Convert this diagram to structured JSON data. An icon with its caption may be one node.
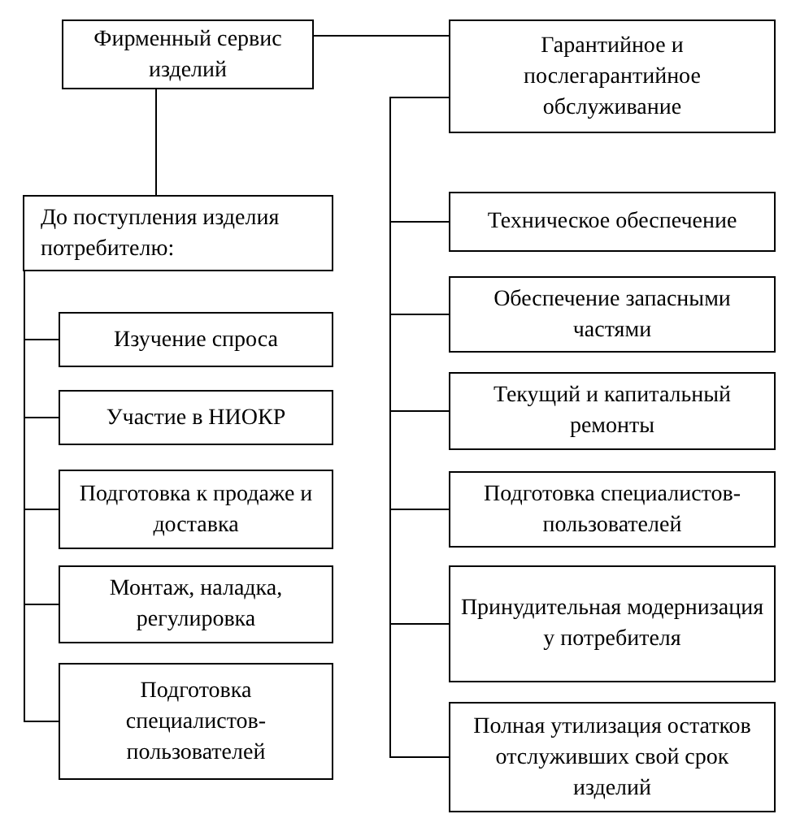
{
  "diagram": {
    "nodes": [
      {
        "text": [
          "Фирменный сервис изделий"
        ]
      },
      {
        "text": [
          "Гарантийное и послегарантийное обслуживание"
        ]
      },
      {
        "text": [
          "До поступления изделия потребителю:"
        ]
      },
      {
        "text": [
          "Изучение спроса"
        ]
      },
      {
        "text": [
          "Участие в НИОКР"
        ]
      },
      {
        "text": [
          "Подготовка к продаже и доставка"
        ]
      },
      {
        "text": [
          "Монтаж, наладка, регулировка"
        ]
      },
      {
        "text": [
          "Подготовка специалистов-пользователей"
        ]
      },
      {
        "text": [
          "Техническое обеспечение"
        ]
      },
      {
        "text": [
          "Обеспечение запасными частями"
        ]
      },
      {
        "text": [
          "Текущий и капитальный ремонты"
        ]
      },
      {
        "text": [
          "Подготовка специалистов-пользователей"
        ]
      },
      {
        "text": [
          "Принудительная модернизация у потребителя"
        ]
      },
      {
        "text": [
          "Полная утилизация остатков отслуживших свой срок изделий"
        ]
      }
    ],
    "edges": [
      {
        "from": 0,
        "to": 1,
        "arrow": "none"
      },
      {
        "from": 0,
        "to": 2,
        "arrow": "none"
      },
      {
        "from": 2,
        "to": 3,
        "arrow": "none"
      },
      {
        "from": 2,
        "to": 4,
        "arrow": "none"
      },
      {
        "from": 2,
        "to": 5,
        "arrow": "none"
      },
      {
        "from": 2,
        "to": 6,
        "arrow": "none"
      },
      {
        "from": 2,
        "to": 7,
        "arrow": "none"
      },
      {
        "from": 1,
        "to": 8,
        "arrow": "none"
      },
      {
        "from": 1,
        "to": 9,
        "arrow": "none"
      },
      {
        "from": 1,
        "to": 10,
        "arrow": "none"
      },
      {
        "from": 1,
        "to": 11,
        "arrow": "none"
      },
      {
        "from": 1,
        "to": 12,
        "arrow": "none"
      },
      {
        "from": 1,
        "to": 13,
        "arrow": "none"
      }
    ]
  }
}
